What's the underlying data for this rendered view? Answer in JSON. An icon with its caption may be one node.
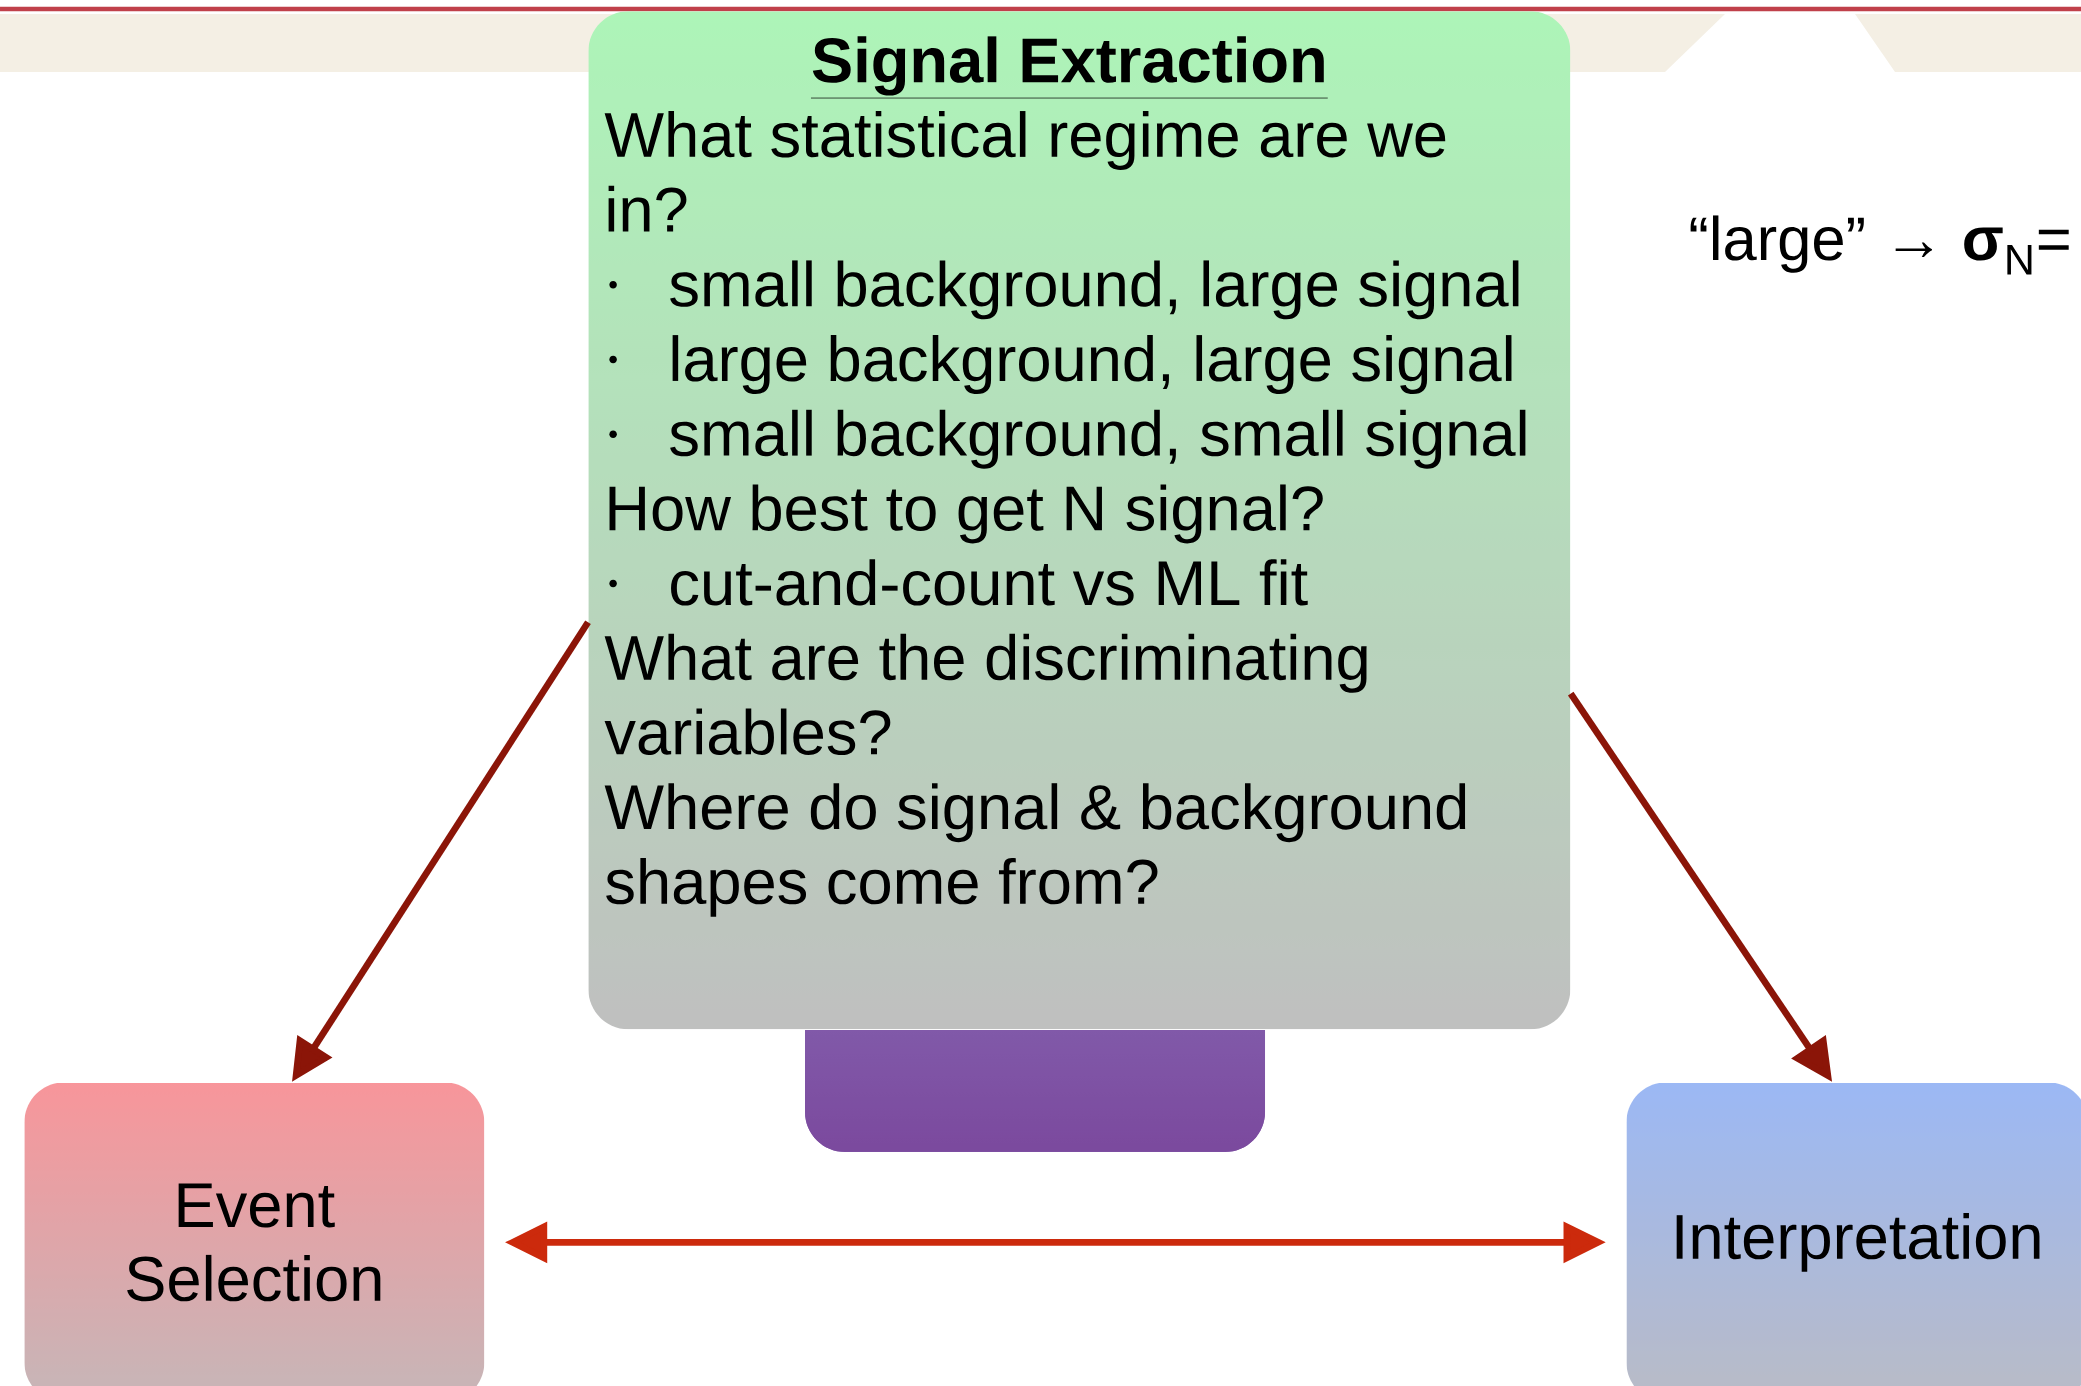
{
  "diagram": {
    "nodes": [
      {
        "text": [
          "Signal Extraction",
          "What statistical regime are we in?",
          "small background, large signal",
          "large background, large signal",
          "small background, small signal",
          "How best to get N signal?",
          "cut-and-count vs ML fit",
          "What are the discriminating variables?",
          "Where do signal & background shapes come from?"
        ]
      },
      {
        "text": [],
        "shape": "box"
      },
      {
        "text": [
          "Event Selection"
        ]
      },
      {
        "text": [
          "Interpretation"
        ]
      }
    ],
    "edges": [
      {
        "from": 0,
        "to": 2,
        "arrow": "to"
      },
      {
        "from": 0,
        "to": 3,
        "arrow": "to"
      },
      {
        "from": 2,
        "to": 3,
        "arrow": "both",
        "color": "#cc2a0c"
      }
    ],
    "labels": [
      "“large” → **σ**$_{N}$="
    ]
  }
}
